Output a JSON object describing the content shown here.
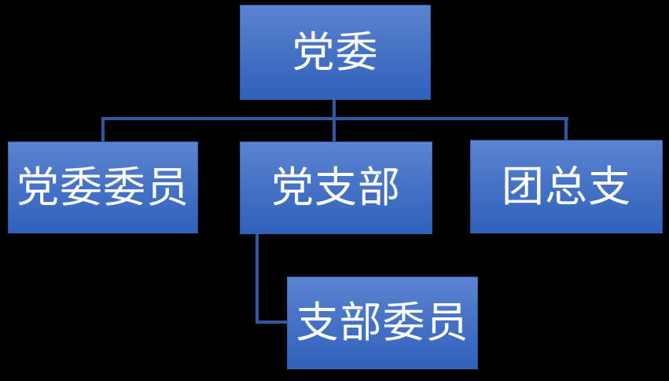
{
  "diagram": {
    "type": "org-chart",
    "background_color": "#000000",
    "colors": {
      "node_gradient_top": "#5b83d0",
      "node_gradient_bottom": "#3061bb",
      "node_text": "#ffffff",
      "connector": "#33589f"
    },
    "nodes": [
      {
        "id": "party-committee",
        "label": "党委"
      },
      {
        "id": "party-committee-members",
        "label": "党委委员"
      },
      {
        "id": "party-branch",
        "label": "党支部"
      },
      {
        "id": "league-general-branch",
        "label": "团总支"
      },
      {
        "id": "branch-members",
        "label": "支部委员"
      }
    ],
    "edges": [
      {
        "from": "party-committee",
        "to": "party-committee-members"
      },
      {
        "from": "party-committee",
        "to": "party-branch"
      },
      {
        "from": "party-committee",
        "to": "league-general-branch"
      },
      {
        "from": "party-branch",
        "to": "branch-members"
      }
    ]
  }
}
